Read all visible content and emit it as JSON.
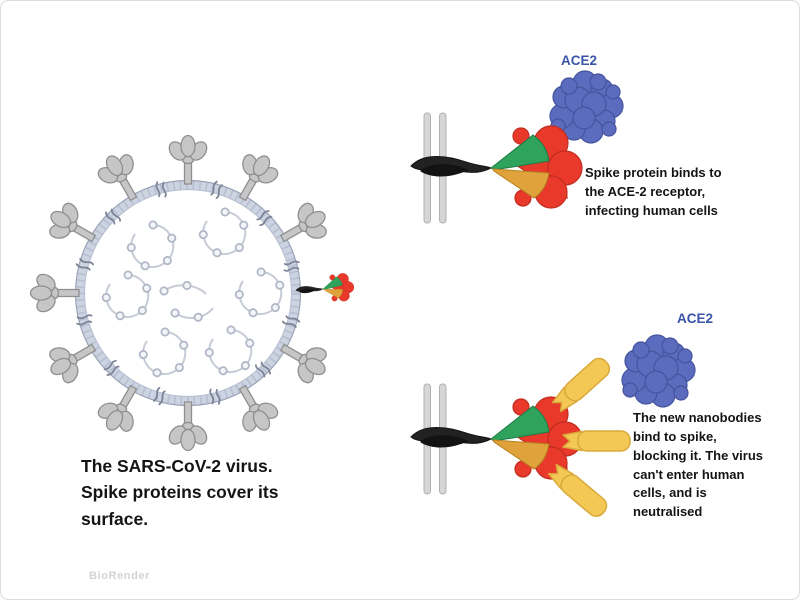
{
  "figure": {
    "virus_caption": "The SARS-CoV-2 virus.\nSpike proteins cover its\nsurface.",
    "binding_panel": {
      "ace2_label": "ACE2",
      "caption": "Spike protein binds to\nthe ACE-2 receptor,\ninfecting human cells"
    },
    "nanobody_panel": {
      "ace2_label": "ACE2",
      "caption": "The new nanobodies\nbind to spike,\nblocking it. The virus\ncan't enter human\ncells, and is\nneutralised"
    },
    "watermark": "BioRender"
  },
  "colors": {
    "virus_gray": "#c6c6c6",
    "membrane_band": "#ccd3e1",
    "membrane_gray": "#d6d6d6",
    "spike_green": "#2fa35c",
    "spike_orange": "#e0a23b",
    "spike_red": "#e8392b",
    "nanobody_yellow": "#f3c855",
    "ace2_blob_blue": "#5b6cbe",
    "ace2_label_blue": "#3a54a8",
    "stem_black": "#222222"
  }
}
